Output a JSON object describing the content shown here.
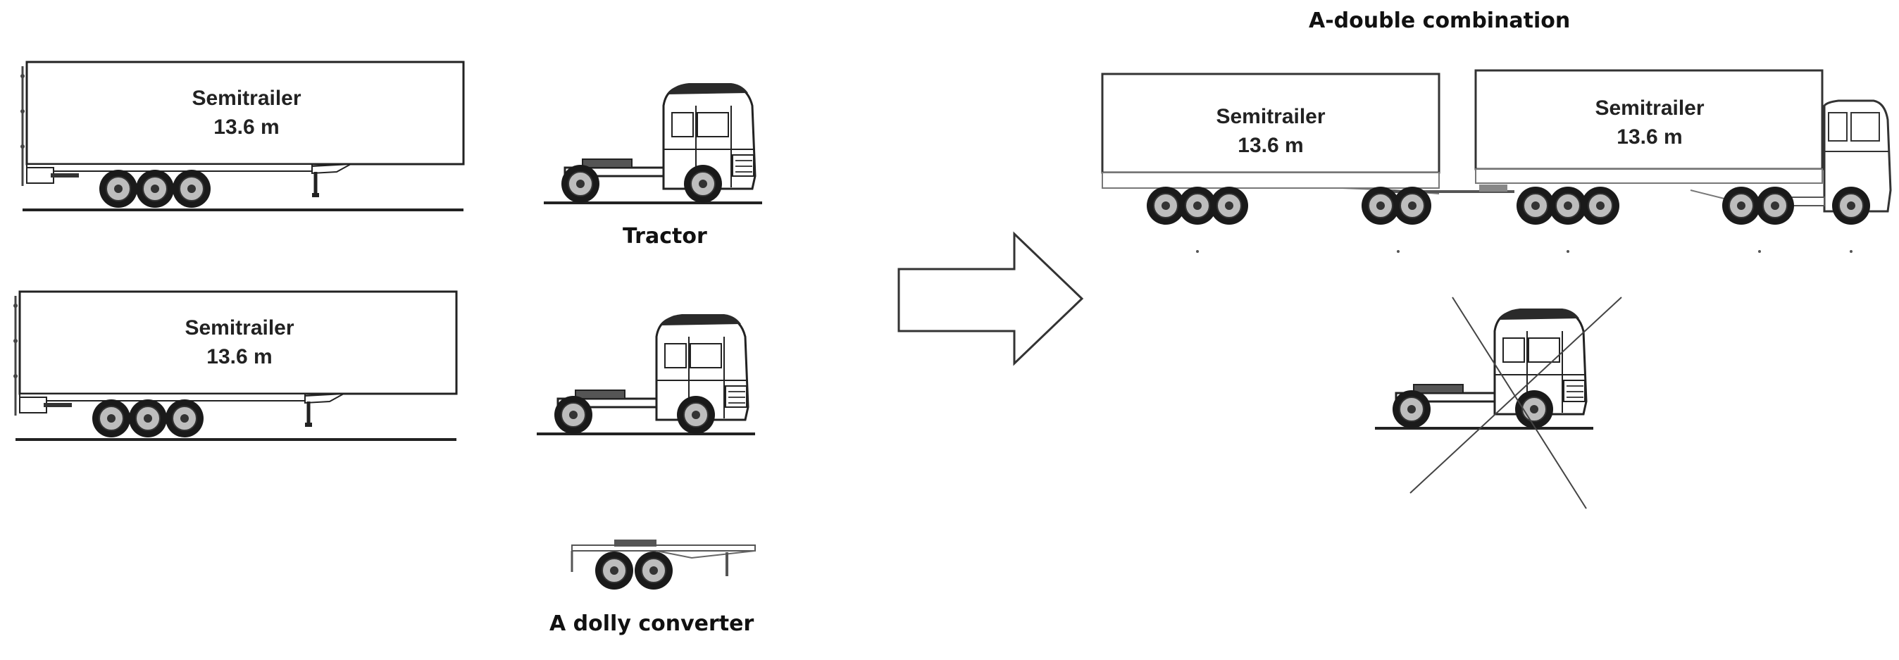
{
  "figure": {
    "title": "A-double combination",
    "left_units": {
      "semitrailer_1": {
        "name": "Semitrailer",
        "length": "13.6 m"
      },
      "semitrailer_2": {
        "name": "Semitrailer",
        "length": "13.6 m"
      },
      "tractor_label": "Tractor",
      "dolly_label": "A dolly converter"
    },
    "combination": {
      "rear_trailer": {
        "name": "Semitrailer",
        "length": "13.6 m"
      },
      "front_trailer": {
        "name": "Semitrailer",
        "length": "13.6 m"
      }
    }
  }
}
